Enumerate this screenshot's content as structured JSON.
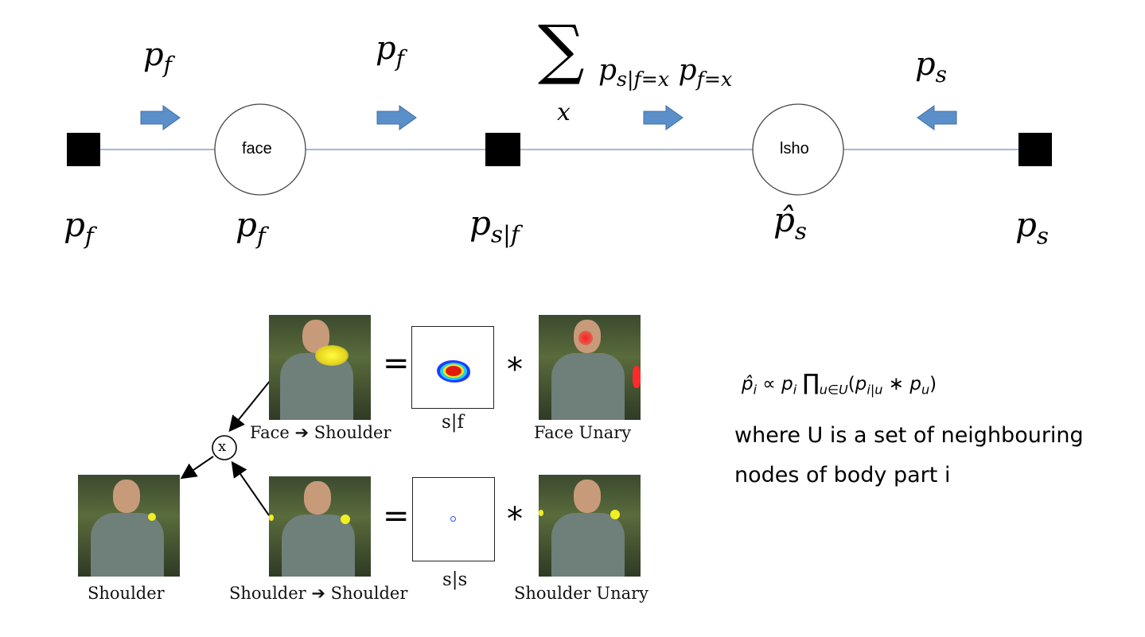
{
  "factor_graph": {
    "nodes": {
      "face": "face",
      "lsho": "lsho"
    },
    "messages": {
      "left_to_face": "p",
      "left_to_face_sub": "f",
      "face_to_factor": "p",
      "face_to_factor_sub": "f",
      "factor_to_lsho_sum": "∑",
      "factor_to_lsho_sum_var": "x",
      "factor_to_lsho_p1": "p",
      "factor_to_lsho_p1_sub": "s|f=x",
      "factor_to_lsho_p2": "p",
      "factor_to_lsho_p2_sub": "f=x",
      "right_to_lsho": "p",
      "right_to_lsho_sub": "s"
    },
    "potentials": {
      "factor1": "p",
      "factor1_sub": "f",
      "face": "p",
      "face_sub": "f",
      "factor2": "p",
      "factor2_sub": "s|f",
      "lsho": "p̂",
      "lsho_sub": "s",
      "factor3": "p",
      "factor3_sub": "s"
    },
    "colors": {
      "arrow": "#5b8fc9",
      "arrow_border": "#3f6fa8",
      "edge": "#6f8fbf",
      "factor": "#000000"
    }
  },
  "illustration": {
    "captions": {
      "face_shoulder": "Face ➔ Shoulder",
      "sf": "s|f",
      "face_unary": "Face Unary",
      "shoulder": "Shoulder",
      "shoulder_shoulder": "Shoulder ➔ Shoulder",
      "ss": "s|s",
      "shoulder_unary": "Shoulder Unary"
    },
    "operators": {
      "equals": "=",
      "convolve": "*",
      "product": "x"
    }
  },
  "explanation": {
    "formula_lhs": "p̂",
    "formula_lhs_sub": "i",
    "formula_prop": "∝",
    "formula_p": "p",
    "formula_p_sub": "i",
    "formula_prod": "∏",
    "formula_prod_sub": "u∈U",
    "formula_open": "(",
    "formula_term1": "p",
    "formula_term1_sub": "i|u",
    "formula_star": "∗",
    "formula_term2": "p",
    "formula_term2_sub": "u",
    "formula_close": ")",
    "line1": "where U is a set of neighbouring",
    "line2": "nodes of body part i"
  }
}
